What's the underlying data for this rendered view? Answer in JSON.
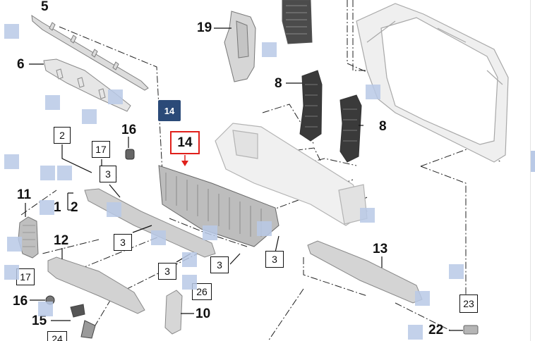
{
  "diagram": {
    "callouts": {
      "p5": "5",
      "p6": "6",
      "p19": "19",
      "p8a": "8",
      "p8b": "8",
      "p16a": "16",
      "p11": "11",
      "p1": "1",
      "p2": "2",
      "p12": "12",
      "p13": "13",
      "p16b": "16",
      "p15": "15",
      "p10": "10",
      "p22": "22"
    },
    "boxed_labels": {
      "b2": "2",
      "b17a": "17",
      "b3a": "3",
      "b3b": "3",
      "b3c": "3",
      "b3d": "3",
      "b3e": "3",
      "b26": "26",
      "b17b": "17",
      "b24": "24",
      "b23": "23"
    },
    "selected": {
      "badge": "14",
      "callout": "14",
      "highlight_color": "#e0201b",
      "badge_color": "#2b4a78"
    },
    "hotspot_color": "#b9c9e6"
  }
}
